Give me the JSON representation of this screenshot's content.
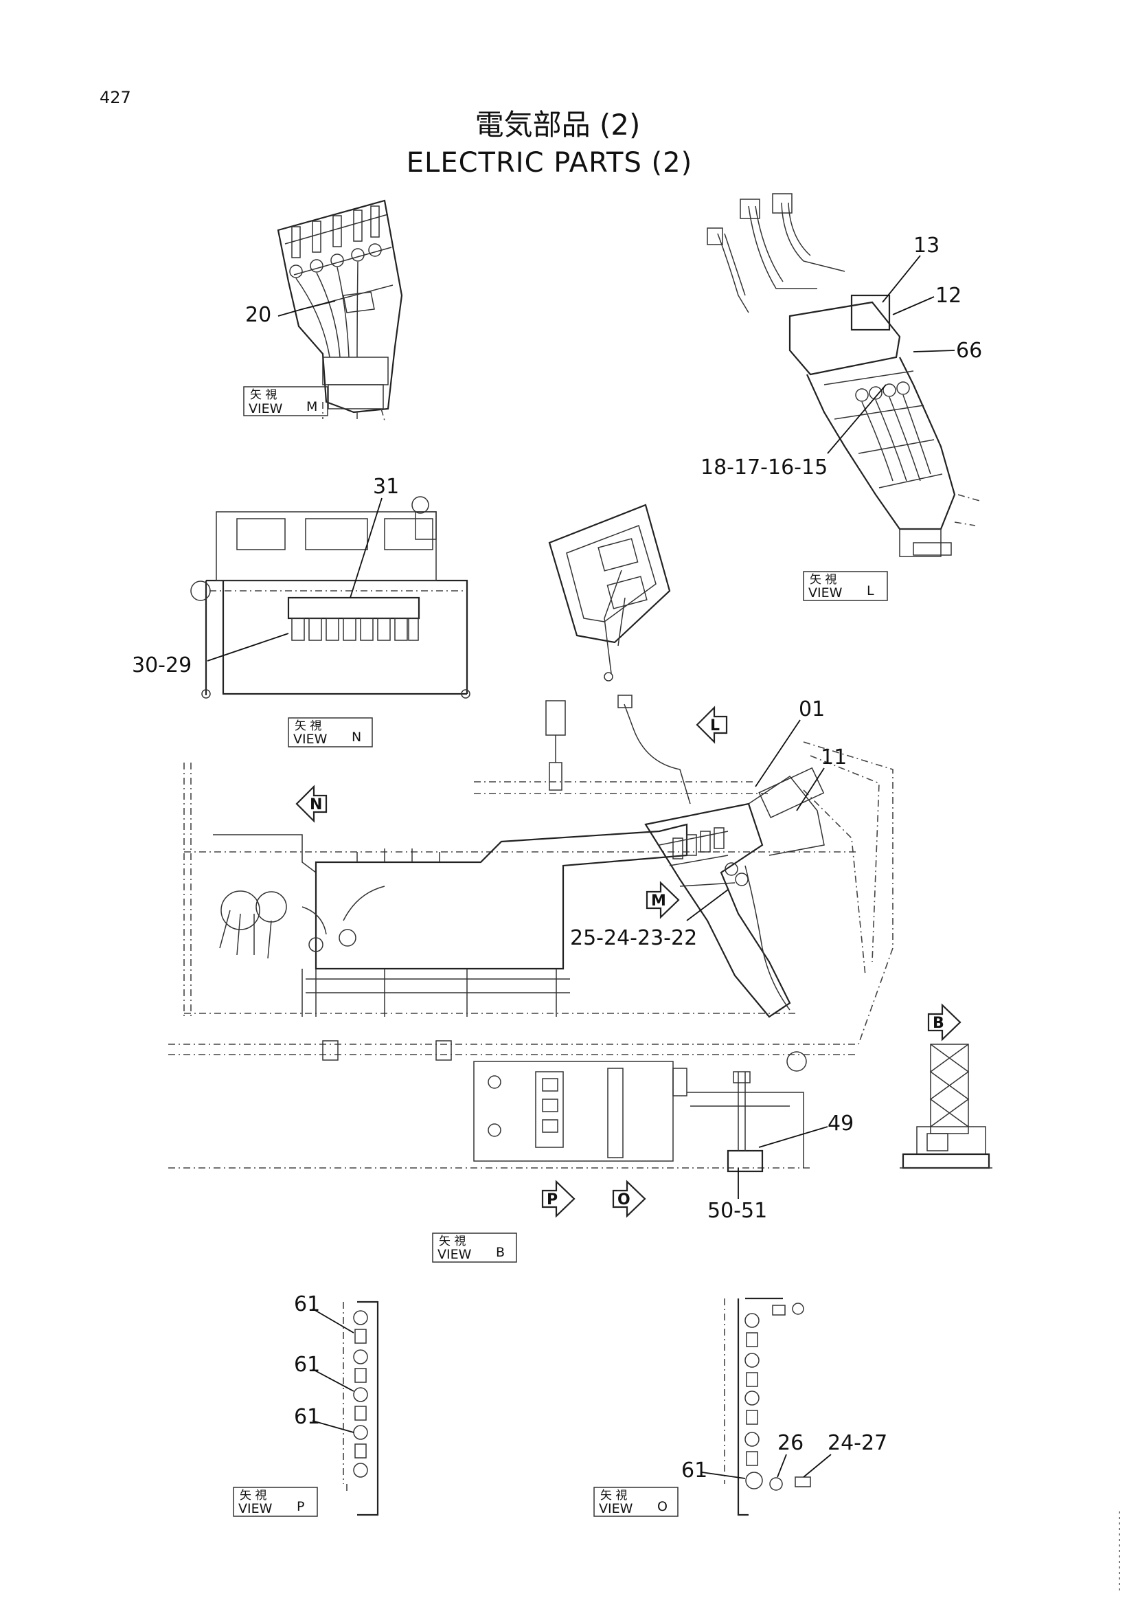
{
  "page": {
    "number": "427",
    "title_jp": "電気部品 (2)",
    "title_en": "ELECTRIC PARTS (2)"
  },
  "views": {
    "m": {
      "kanji": "矢 視",
      "label": "VIEW",
      "letter": "M"
    },
    "l": {
      "kanji": "矢 視",
      "label": "VIEW",
      "letter": "L"
    },
    "n": {
      "kanji": "矢 視",
      "label": "VIEW",
      "letter": "N"
    },
    "b": {
      "kanji": "矢 視",
      "label": "VIEW",
      "letter": "B"
    },
    "p": {
      "kanji": "矢 視",
      "label": "VIEW",
      "letter": "P"
    },
    "o": {
      "kanji": "矢 視",
      "label": "VIEW",
      "letter": "O"
    }
  },
  "direction_arrows": {
    "l": "L",
    "n": "N",
    "m": "M",
    "b": "B",
    "p": "P",
    "o": "O"
  },
  "callouts": {
    "c20": "20",
    "c13": "13",
    "c12": "12",
    "c66": "66",
    "c18": "18-17-16-15",
    "c31": "31",
    "c30": "30-29",
    "c01": "01",
    "c11": "11",
    "c25": "25-24-23-22",
    "c49": "49",
    "c50": "50-51",
    "p61a": "61",
    "p61b": "61",
    "p61c": "61",
    "o61": "61",
    "o26": "26",
    "o24": "24-27"
  }
}
